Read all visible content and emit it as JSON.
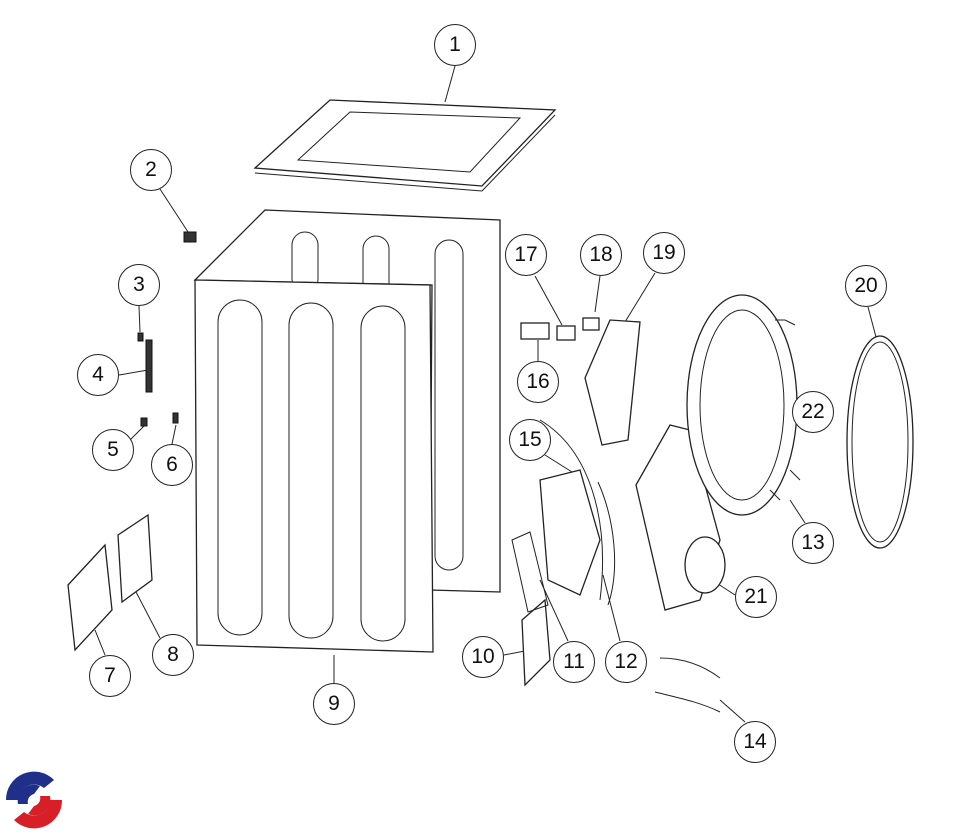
{
  "diagram": {
    "type": "exploded-parts-view",
    "callouts": [
      "1",
      "2",
      "3",
      "4",
      "5",
      "6",
      "7",
      "8",
      "9",
      "10",
      "11",
      "12",
      "13",
      "14",
      "15",
      "16",
      "17",
      "18",
      "19",
      "20",
      "21",
      "22"
    ]
  },
  "colors": {
    "line": "#222222",
    "logo_blue": "#1f2f8a",
    "logo_red": "#d81e27"
  }
}
